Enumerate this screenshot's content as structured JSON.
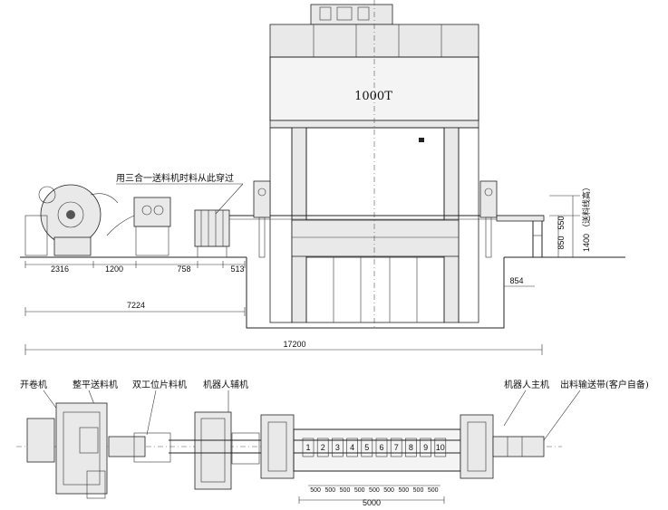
{
  "press": {
    "tonnage_label": "1000T"
  },
  "annotations": {
    "feed_through_note": "用三合一送料机时料从此穿过",
    "feed_line_height": "（送料线高）"
  },
  "elevation_dims": {
    "uncoiler": "2316",
    "leveler": "1200",
    "gap1": "758",
    "gap2": "513",
    "pit_offset": "854",
    "feed_line_length": "7224",
    "total_length": "17200",
    "height_550": "550",
    "height_850": "850",
    "height_1400": "1400"
  },
  "plan_labels": {
    "uncoiler": "开卷机",
    "leveler_feeder": "整平送料机",
    "double_station_feeder": "双工位片料机",
    "robot_aux": "机器人辅机",
    "robot_main": "机器人主机",
    "outfeed_conveyor": "出料输送带(客户自备)"
  },
  "stations": [
    "1",
    "2",
    "3",
    "4",
    "5",
    "6",
    "7",
    "8",
    "9",
    "10"
  ],
  "plan_dims": {
    "pitch": [
      "500",
      "500",
      "500",
      "500",
      "500",
      "500",
      "500",
      "500",
      "500"
    ],
    "total": "5000"
  }
}
